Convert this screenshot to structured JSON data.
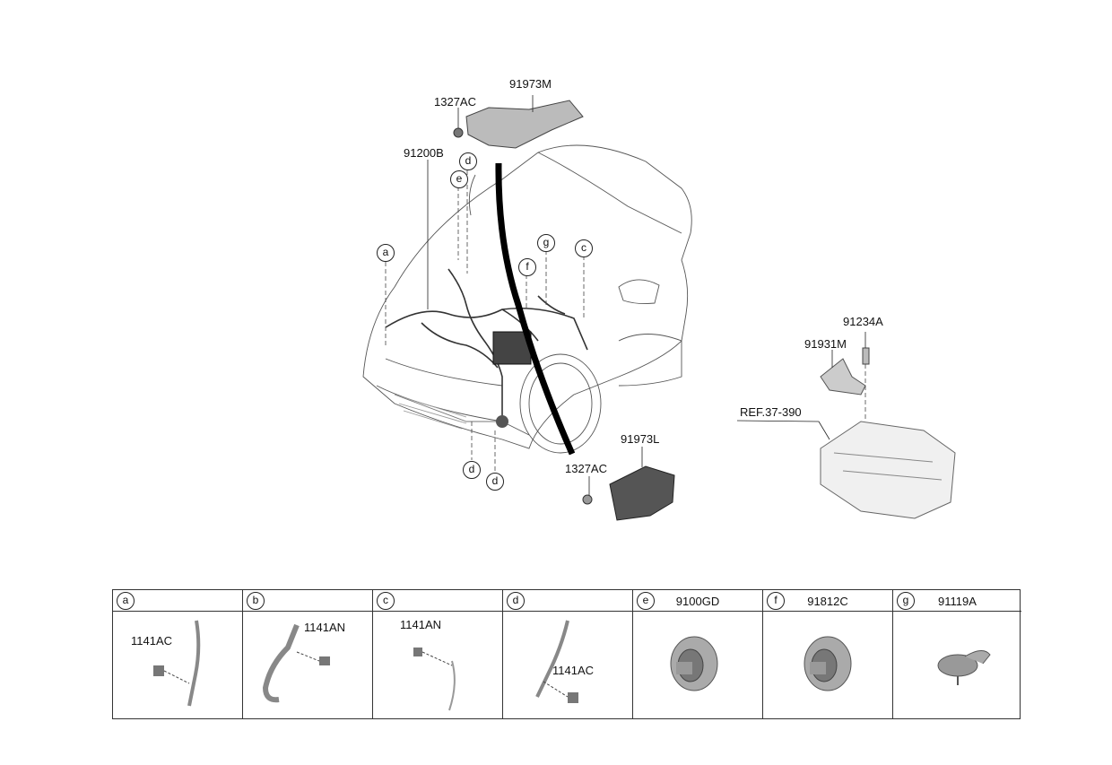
{
  "callouts": {
    "p91973M": "91973M",
    "p1327AC_top": "1327AC",
    "p91200B": "91200B",
    "p91973L": "91973L",
    "p1327AC_bottom": "1327AC",
    "p91234A": "91234A",
    "p91931M": "91931M",
    "ref": "REF.37-390"
  },
  "markers": {
    "a": "a",
    "c": "c",
    "d_top": "d",
    "e": "e",
    "f": "f",
    "g": "g",
    "d_bottom_left": "d",
    "d_bottom_right": "d"
  },
  "legend": [
    {
      "key": "a",
      "title": "",
      "part": "1141AC"
    },
    {
      "key": "b",
      "title": "",
      "part": "1141AN"
    },
    {
      "key": "c",
      "title": "",
      "part": "1141AN"
    },
    {
      "key": "d",
      "title": "",
      "part": "1141AC"
    },
    {
      "key": "e",
      "title": "9100GD",
      "part": ""
    },
    {
      "key": "f",
      "title": "91812C",
      "part": ""
    },
    {
      "key": "g",
      "title": "91119A",
      "part": ""
    }
  ]
}
